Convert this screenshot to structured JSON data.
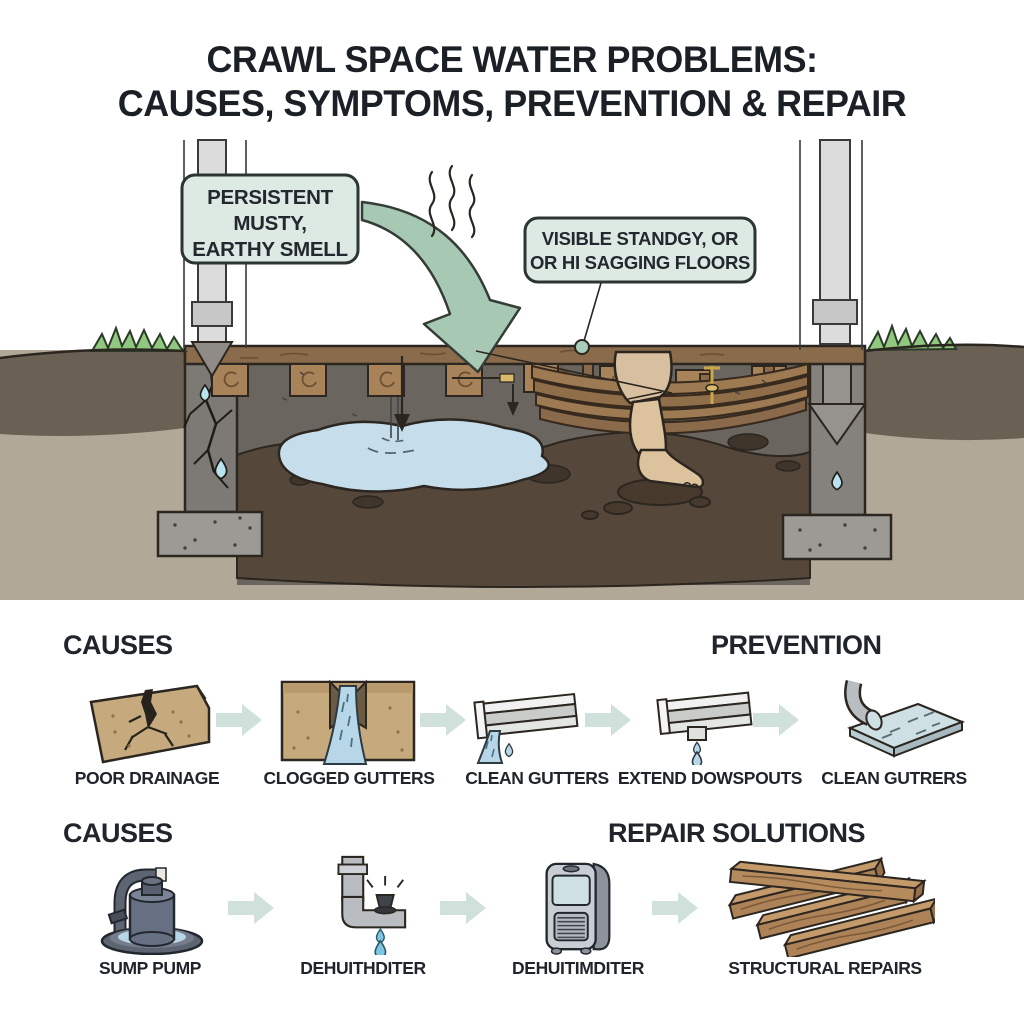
{
  "title": {
    "line1": "CRAWL SPACE WATER PROBLEMS:",
    "line2": "CAUSES, SYMPTOMS, PREVENTION & REPAIR"
  },
  "illustration": {
    "callout_smell": {
      "line1": "PERSISTENT",
      "line2": "MUSTY,",
      "line3": "EARTHY SMELL"
    },
    "callout_floors": {
      "line1": "VISIBLE STANDGY, OR",
      "line2": "OR HI SAGGING FLOORS"
    },
    "icons": [
      "smell-squiggles-icon",
      "green-curved-arrow-icon",
      "water-drop-icon",
      "seepage-down-arrow-icon",
      "leader-dot-icon"
    ]
  },
  "sections": {
    "causes_top": "CAUSES",
    "prevention": "PREVENTION",
    "causes_bottom": "CAUSES",
    "repair": "REPAIR SOLUTIONS"
  },
  "row1": {
    "items": [
      {
        "label": "POOR DRAINAGE",
        "icon": "cracked-soil-block-icon"
      },
      {
        "label": "CLOGGED GUTTERS",
        "icon": "overflowing-channel-icon"
      },
      {
        "label": "CLEAN GUTTERS",
        "icon": "gutter-pouring-icon"
      },
      {
        "label": "EXTEND DOWSPOUTS",
        "icon": "gutter-dripping-icon"
      },
      {
        "label": "CLEAN GUTRERS",
        "icon": "downspout-splash-block-icon"
      }
    ]
  },
  "row2": {
    "items": [
      {
        "label": "SUMP PUMP",
        "icon": "sump-pump-icon"
      },
      {
        "label": "DEHUITHDITER",
        "icon": "leaky-pipe-icon"
      },
      {
        "label": "DEHUITIMDITER",
        "icon": "dehumidifier-icon"
      },
      {
        "label": "STRUCTURAL REPAIRS",
        "icon": "lumber-joists-icon"
      }
    ]
  },
  "colors": {
    "accent_green": "#a7c8b3",
    "callout_fill": "#dde9e3",
    "flow_arrow": "#cfe1da",
    "water": "#c6deec",
    "mud": "#55483a",
    "ink": "#20252b"
  }
}
